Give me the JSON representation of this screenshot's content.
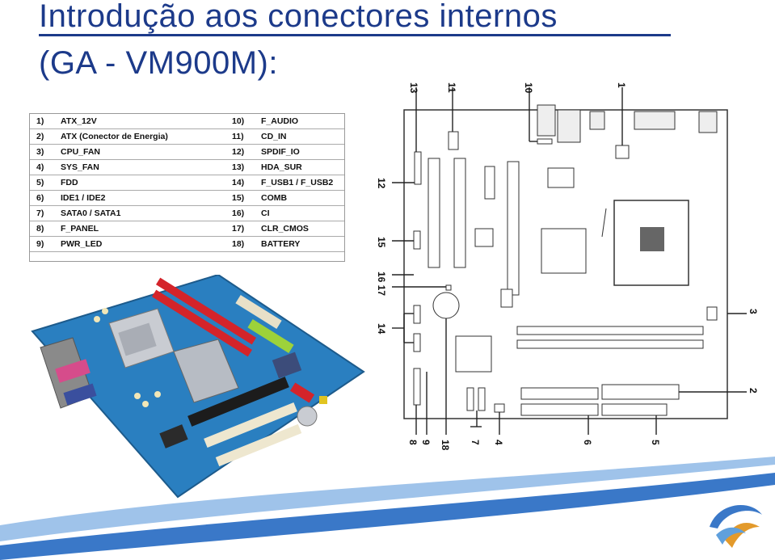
{
  "title": {
    "line1": "Introdução aos conectores internos",
    "line2": "(GA - VM900M):"
  },
  "legend": {
    "left": [
      {
        "num": "1)",
        "label": "ATX_12V"
      },
      {
        "num": "2)",
        "label": "ATX (Conector de Energia)"
      },
      {
        "num": "3)",
        "label": "CPU_FAN"
      },
      {
        "num": "4)",
        "label": "SYS_FAN"
      },
      {
        "num": "5)",
        "label": "FDD"
      },
      {
        "num": "6)",
        "label": "IDE1 / IDE2"
      },
      {
        "num": "7)",
        "label": "SATA0 / SATA1"
      },
      {
        "num": "8)",
        "label": "F_PANEL"
      },
      {
        "num": "9)",
        "label": "PWR_LED"
      }
    ],
    "right": [
      {
        "num": "10)",
        "label": "F_AUDIO"
      },
      {
        "num": "11)",
        "label": "CD_IN"
      },
      {
        "num": "12)",
        "label": "SPDIF_IO"
      },
      {
        "num": "13)",
        "label": "HDA_SUR"
      },
      {
        "num": "14)",
        "label": "F_USB1 / F_USB2"
      },
      {
        "num": "15)",
        "label": "COMB"
      },
      {
        "num": "16)",
        "label": "CI"
      },
      {
        "num": "17)",
        "label": "CLR_CMOS"
      },
      {
        "num": "18)",
        "label": "BATTERY"
      }
    ]
  },
  "diagram": {
    "callouts": {
      "top": [
        "13",
        "11",
        "10",
        "1"
      ],
      "left": [
        "12",
        "15",
        "16 17",
        "14"
      ],
      "right": [
        "3",
        "2"
      ],
      "bottom": [
        "8",
        "9",
        "18",
        "7",
        "4",
        "6",
        "5"
      ]
    }
  },
  "colors": {
    "title": "#1c3a8a",
    "board_blue": "#2a7fc0",
    "swoosh_blue": "#3a78c8",
    "swoosh_light": "#9fc3ea"
  }
}
